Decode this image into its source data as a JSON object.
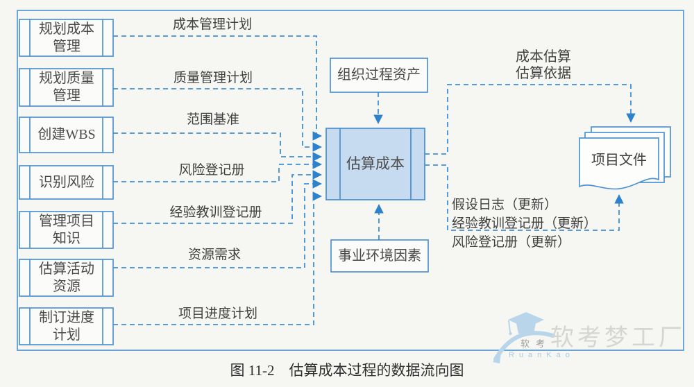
{
  "diagram": {
    "caption": "图 11-2　估算成本过程的数据流向图",
    "source_processes": [
      {
        "label": "规划成本\n管理",
        "output": "成本管理计划"
      },
      {
        "label": "规划质量\n管理",
        "output": "质量管理计划"
      },
      {
        "label": "创建WBS",
        "output": "范围基准"
      },
      {
        "label": "识别风险",
        "output": "风险登记册"
      },
      {
        "label": "管理项目\n知识",
        "output": "经验教训登记册"
      },
      {
        "label": "估算活动\n资源",
        "output": "资源需求"
      },
      {
        "label": "制订进度\n计划",
        "output": "项目进度计划"
      }
    ],
    "central_process": {
      "label": "估算成本"
    },
    "input_top": {
      "label": "组织过程资产"
    },
    "input_bottom": {
      "label": "事业环境因素"
    },
    "outputs_to_documents": "成本估算\n估算依据",
    "document_updates": [
      "假设日志（更新）",
      "经验教训登记册（更新）",
      "风险登记册（更新）"
    ],
    "document": {
      "label": "项目文件"
    },
    "colors": {
      "line_blue": "#3f8fd6",
      "box_stroke": "#4d92d2",
      "process_fill": "#c7dbf0",
      "page_fill": "#fdfdfc",
      "text": "#3f3f3f"
    }
  },
  "watermark": {
    "brand_large": "软考梦工厂",
    "brand_small": "软考",
    "brand_latin": "RuanKao"
  }
}
